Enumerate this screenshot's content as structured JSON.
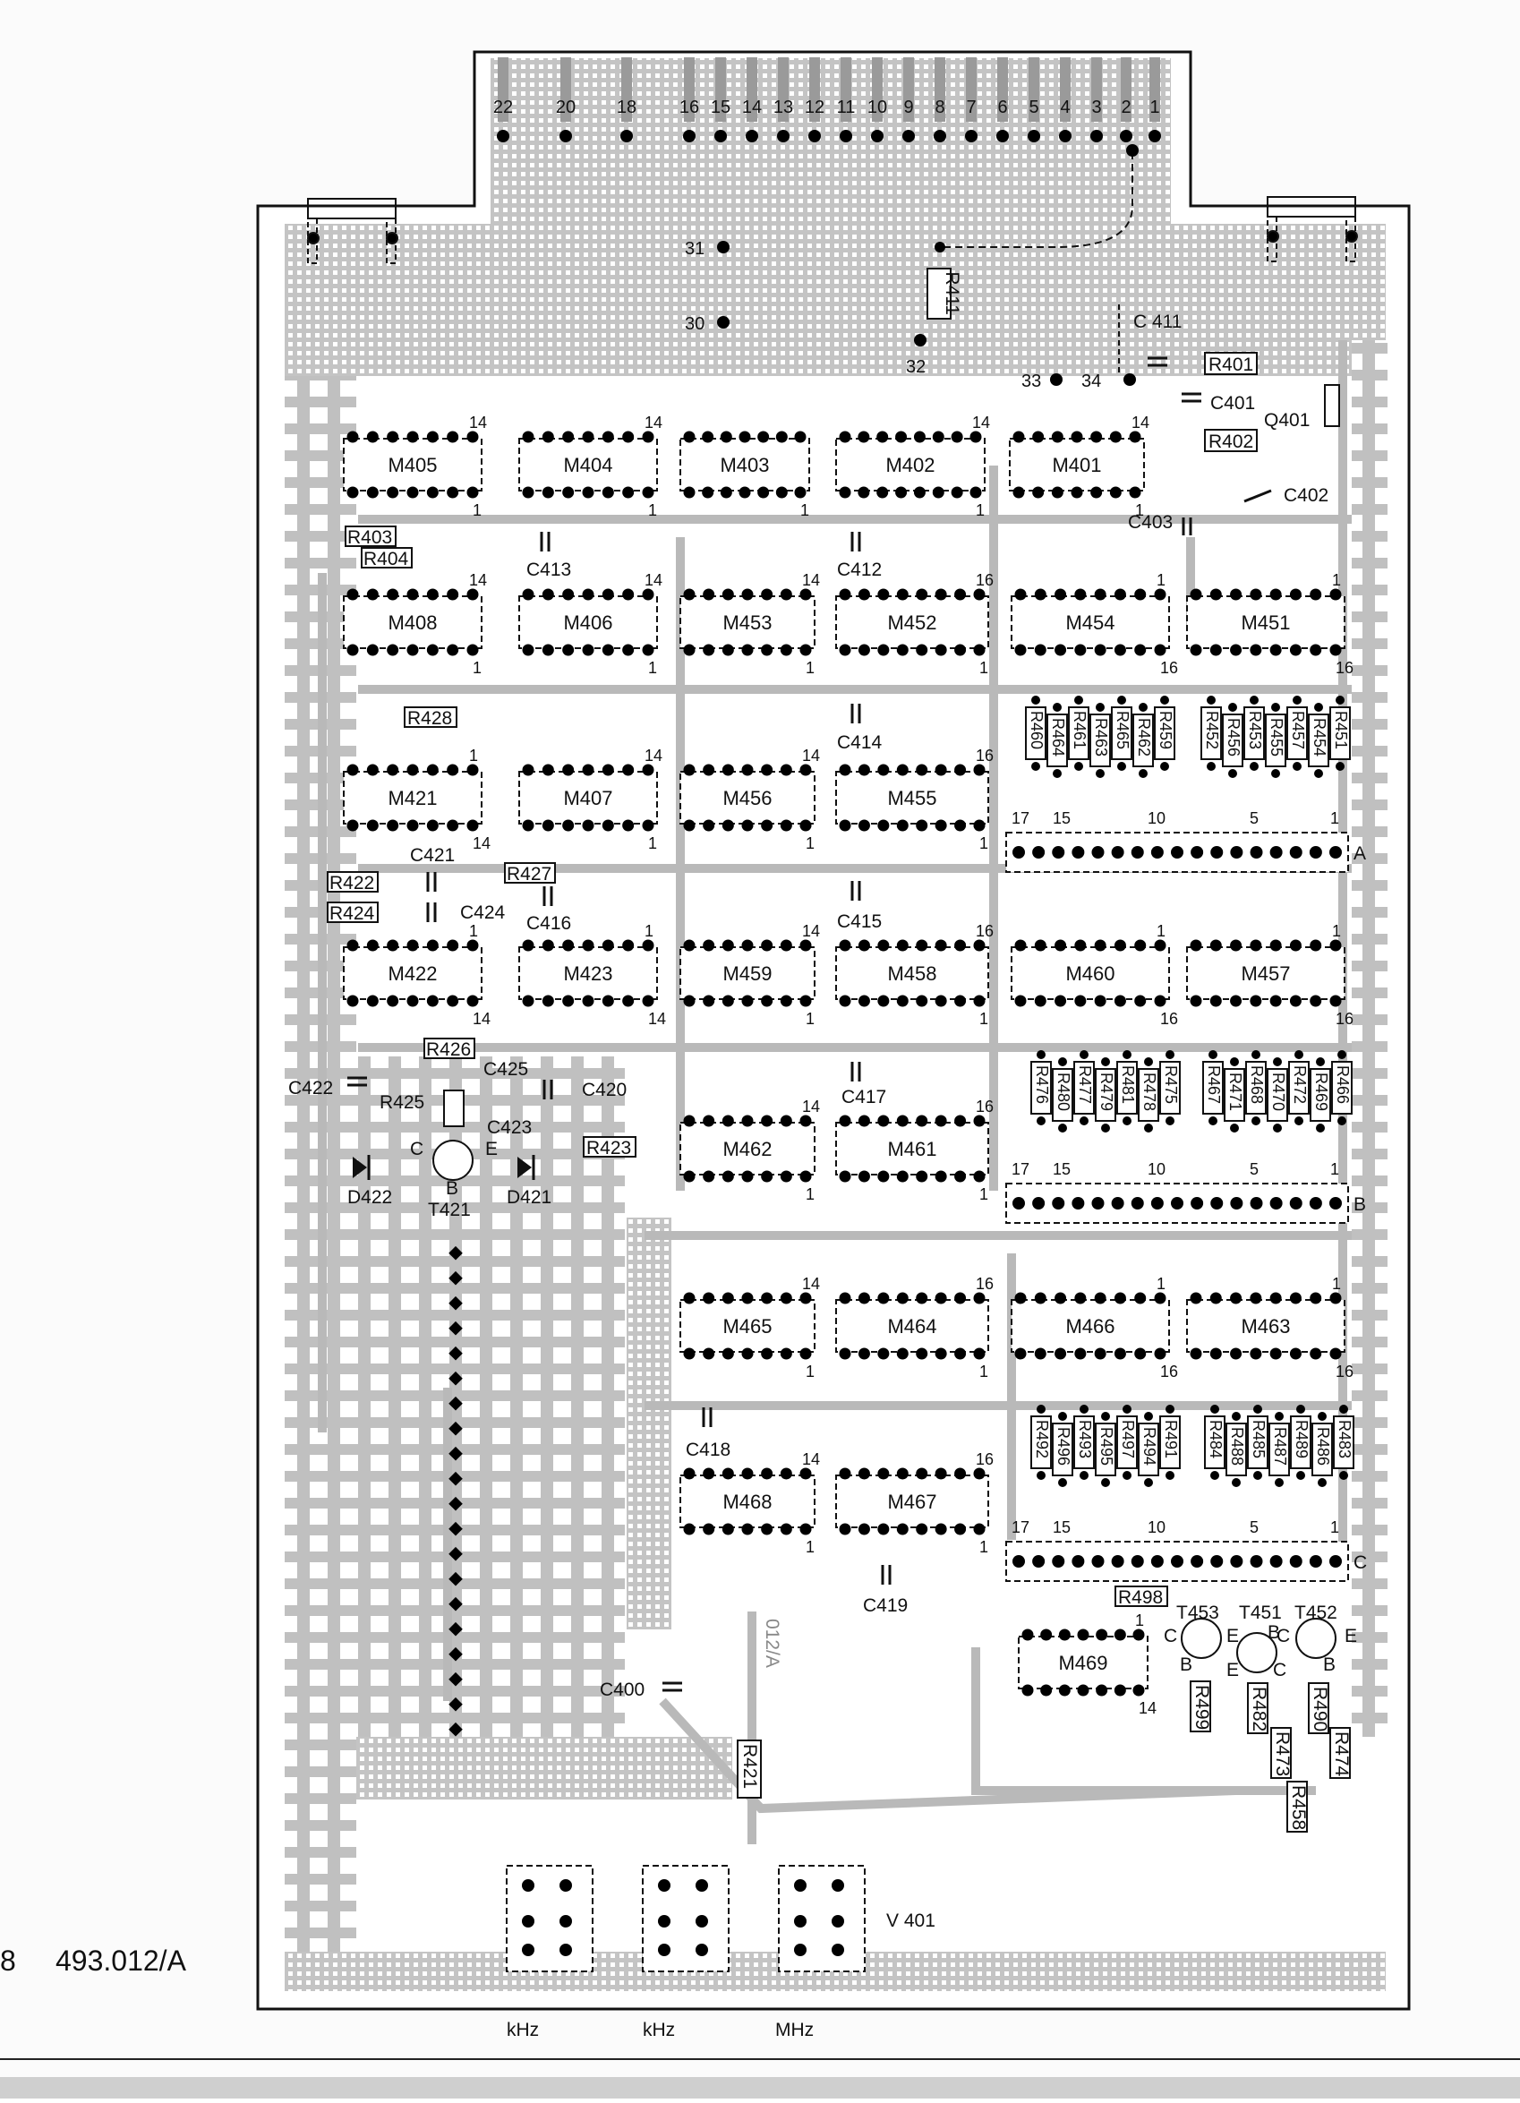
{
  "document": {
    "page_number": "8",
    "reference": "493.012/A",
    "board_silkscreen": "012/A"
  },
  "edge_connector_pins": [
    "22",
    "20",
    "18",
    "16",
    "15",
    "14",
    "13",
    "12",
    "11",
    "10",
    "9",
    "8",
    "7",
    "6",
    "5",
    "4",
    "3",
    "2",
    "1"
  ],
  "test_points": [
    "31",
    "30",
    "32",
    "33",
    "34"
  ],
  "ics": [
    {
      "id": "M405",
      "pin_a": "14",
      "pin_b": "1"
    },
    {
      "id": "M404",
      "pin_a": "14",
      "pin_b": "1"
    },
    {
      "id": "M403",
      "pin_a": "",
      "pin_b": "1"
    },
    {
      "id": "M402",
      "pin_a": "14",
      "pin_b": "1"
    },
    {
      "id": "M401",
      "pin_a": "14",
      "pin_b": "1"
    },
    {
      "id": "M408",
      "pin_a": "14",
      "pin_b": "1"
    },
    {
      "id": "M406",
      "pin_a": "14",
      "pin_b": "1"
    },
    {
      "id": "M453",
      "pin_a": "14",
      "pin_b": "1"
    },
    {
      "id": "M452",
      "pin_a": "16",
      "pin_b": "1"
    },
    {
      "id": "M454",
      "pin_a": "1",
      "pin_b": "16"
    },
    {
      "id": "M451",
      "pin_a": "1",
      "pin_b": "16"
    },
    {
      "id": "M421",
      "pin_a": "1",
      "pin_b": "14"
    },
    {
      "id": "M407",
      "pin_a": "14",
      "pin_b": "1"
    },
    {
      "id": "M456",
      "pin_a": "14",
      "pin_b": "1"
    },
    {
      "id": "M455",
      "pin_a": "16",
      "pin_b": "1"
    },
    {
      "id": "M422",
      "pin_a": "1",
      "pin_b": "14"
    },
    {
      "id": "M423",
      "pin_a": "1",
      "pin_b": "14"
    },
    {
      "id": "M459",
      "pin_a": "14",
      "pin_b": "1"
    },
    {
      "id": "M458",
      "pin_a": "16",
      "pin_b": "1"
    },
    {
      "id": "M460",
      "pin_a": "1",
      "pin_b": "16"
    },
    {
      "id": "M457",
      "pin_a": "1",
      "pin_b": "16"
    },
    {
      "id": "M462",
      "pin_a": "14",
      "pin_b": "1"
    },
    {
      "id": "M461",
      "pin_a": "16",
      "pin_b": "1"
    },
    {
      "id": "M465",
      "pin_a": "14",
      "pin_b": "1"
    },
    {
      "id": "M464",
      "pin_a": "16",
      "pin_b": "1"
    },
    {
      "id": "M466",
      "pin_a": "1",
      "pin_b": "16"
    },
    {
      "id": "M463",
      "pin_a": "1",
      "pin_b": "16"
    },
    {
      "id": "M468",
      "pin_a": "14",
      "pin_b": "1"
    },
    {
      "id": "M467",
      "pin_a": "16",
      "pin_b": "1"
    },
    {
      "id": "M469",
      "pin_a": "1",
      "pin_b": "14"
    }
  ],
  "resistor_banks": [
    [
      "R460",
      "R464",
      "R461",
      "R463",
      "R465",
      "R462",
      "R459"
    ],
    [
      "R452",
      "R456",
      "R453",
      "R455",
      "R457",
      "R454",
      "R451"
    ],
    [
      "R476",
      "R480",
      "R477",
      "R479",
      "R481",
      "R478",
      "R475"
    ],
    [
      "R467",
      "R471",
      "R468",
      "R470",
      "R472",
      "R469",
      "R466"
    ],
    [
      "R492",
      "R496",
      "R493",
      "R495",
      "R497",
      "R494",
      "R491"
    ],
    [
      "R484",
      "R488",
      "R485",
      "R487",
      "R489",
      "R486",
      "R483"
    ]
  ],
  "headers": [
    {
      "letter": "A",
      "numbers": [
        "17",
        "15",
        "10",
        "5",
        "1"
      ]
    },
    {
      "letter": "B",
      "numbers": [
        "17",
        "15",
        "10",
        "5",
        "1"
      ]
    },
    {
      "letter": "C",
      "numbers": [
        "17",
        "15",
        "10",
        "5",
        "1"
      ]
    }
  ],
  "labels": {
    "R401": "R401",
    "R402": "R402",
    "C401": "C401",
    "C402": "C402",
    "C403": "C403",
    "Q401": "Q401",
    "C411": "C 411",
    "R411": "R411",
    "R403": "R403",
    "R404": "R404",
    "C413": "C413",
    "C412": "C412",
    "R428": "R428",
    "C414": "C414",
    "C421": "C421",
    "R422": "R422",
    "R424": "R424",
    "C424": "C424",
    "R427": "R427",
    "C416": "C416",
    "C415": "C415",
    "R426": "R426",
    "C425": "C425",
    "C422": "C422",
    "R425": "R425",
    "C420": "C420",
    "C423": "C423",
    "C417": "C417",
    "R423": "R423",
    "D422": "D422",
    "D421": "D421",
    "T421": "T421",
    "t421_c": "C",
    "t421_e": "E",
    "t421_b": "B",
    "C418": "C418",
    "C419": "C419",
    "R498": "R498",
    "T453": "T453",
    "T451": "T451",
    "T452": "T452",
    "R499": "R499",
    "R482": "R482",
    "R473": "R473",
    "R490": "R490",
    "R474": "R474",
    "R458": "R458",
    "C400": "C400",
    "R421": "R421",
    "V401": "V 401",
    "t453_c": "C",
    "t453_b": "B",
    "t453_e": "E",
    "t451_b": "B",
    "t451_c": "C",
    "t451_e": "E",
    "t452_e": "E",
    "t452_b": "B",
    "t452_c": "C"
  },
  "switch_labels": [
    "kHz",
    "kHz",
    "MHz"
  ],
  "colors": {
    "board": "#ffffff",
    "copper": "#bdbdbd",
    "ink": "#111111",
    "pad": "#000000"
  }
}
